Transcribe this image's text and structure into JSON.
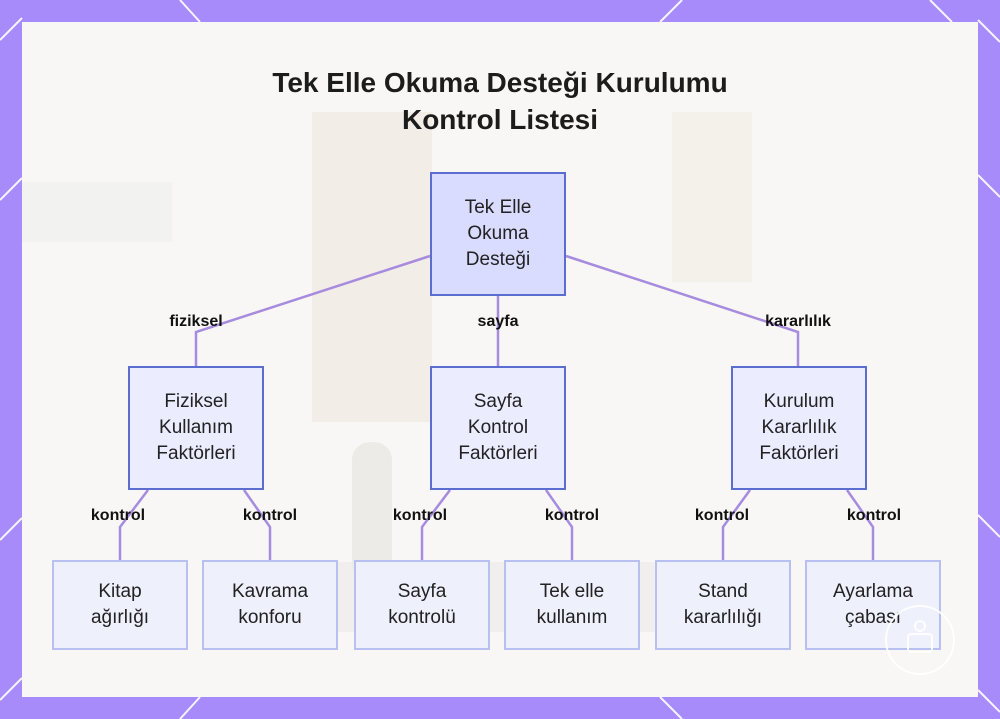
{
  "title": {
    "line1": "Tek Elle Okuma Desteği Kurulumu",
    "line2": "Kontrol Listesi"
  },
  "colors": {
    "frame": "#a78bfa",
    "panel": "#f7f6f5",
    "edge": "#a78bdf",
    "root_fill": "#d9dbff",
    "mid_fill": "#ebedff",
    "node_border": "#5b6ecf",
    "leaf_fill": "#eef0fb",
    "leaf_border": "#b7c0f0"
  },
  "diagram": {
    "root": {
      "label": "Tek Elle\nOkuma\nDesteği"
    },
    "branches": [
      {
        "edge_label": "fiziksel",
        "label": "Fiziksel\nKullanım\nFaktörleri",
        "children": [
          {
            "edge_label": "kontrol",
            "label": "Kitap\nağırlığı"
          },
          {
            "edge_label": "kontrol",
            "label": "Kavrama\nkonforu"
          }
        ]
      },
      {
        "edge_label": "sayfa",
        "label": "Sayfa\nKontrol\nFaktörleri",
        "children": [
          {
            "edge_label": "kontrol",
            "label": "Sayfa\nkontrolü"
          },
          {
            "edge_label": "kontrol",
            "label": "Tek elle\nkullanım"
          }
        ]
      },
      {
        "edge_label": "kararlılık",
        "label": "Kurulum\nKararlılık\nFaktörleri",
        "children": [
          {
            "edge_label": "kontrol",
            "label": "Stand\nkararlılığı"
          },
          {
            "edge_label": "kontrol",
            "label": "Ayarlama\nçabası"
          }
        ]
      }
    ]
  }
}
